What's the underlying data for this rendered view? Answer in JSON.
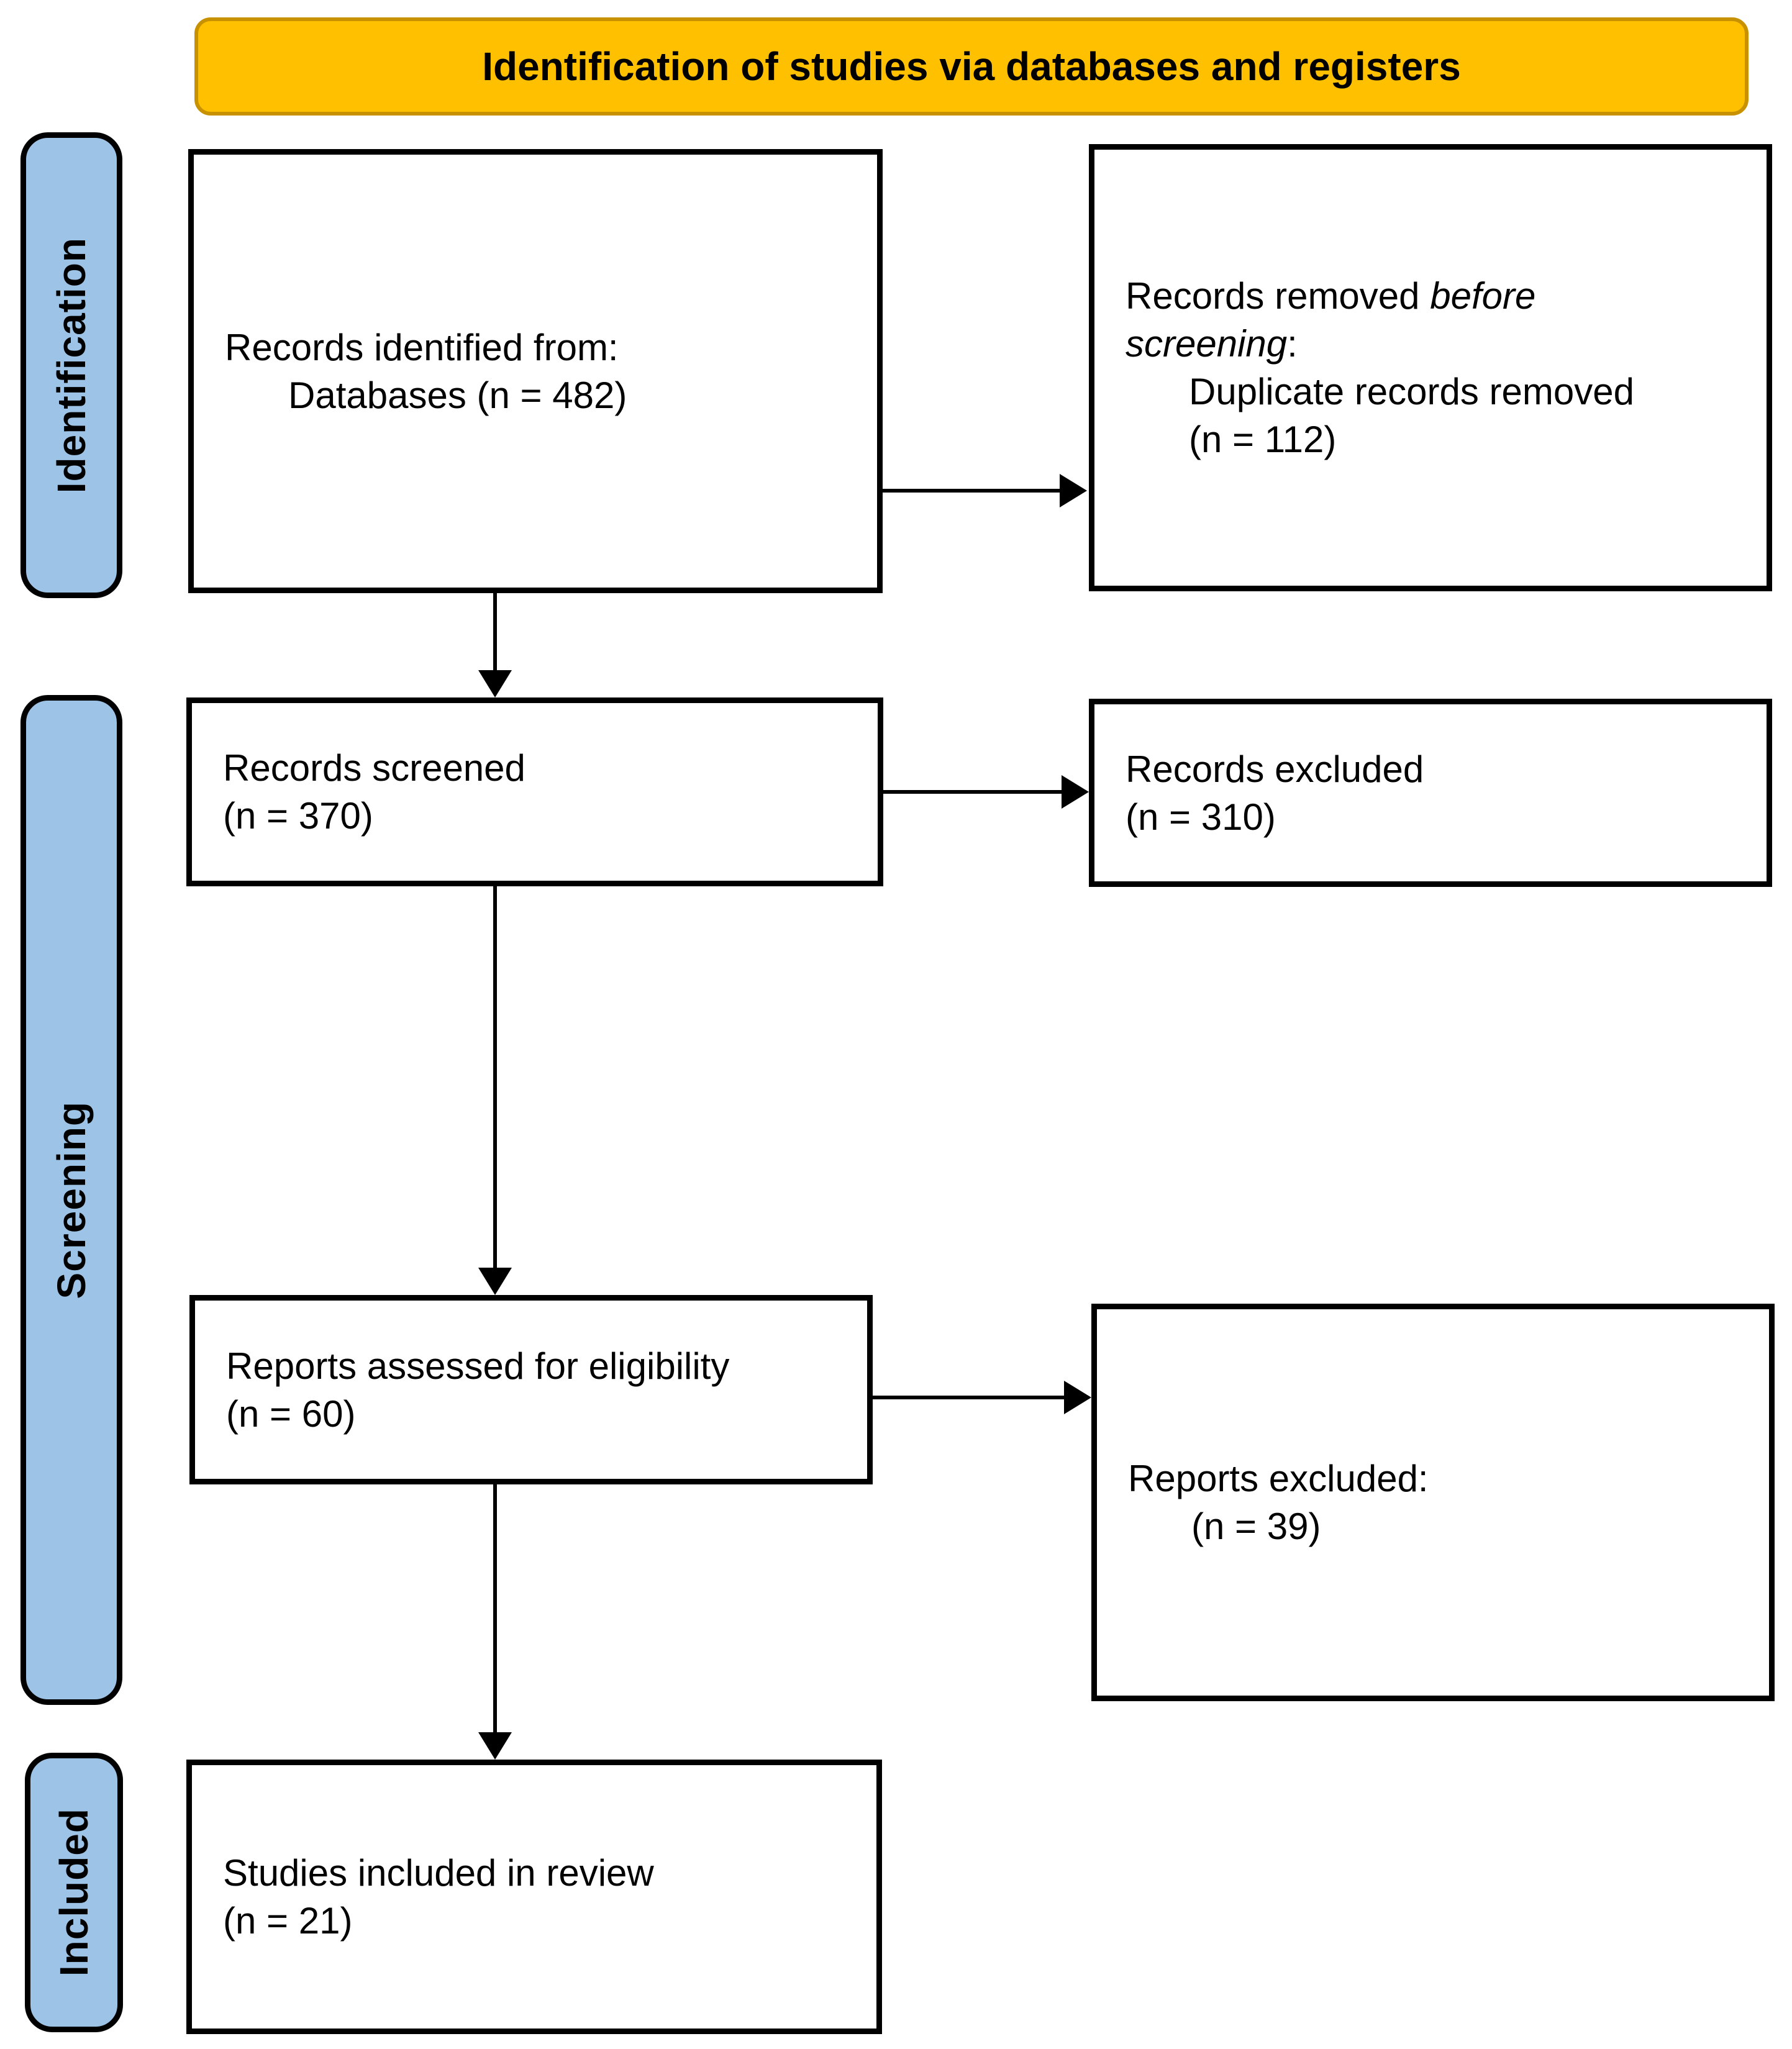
{
  "banner": {
    "title": "Identification of studies via databases and registers"
  },
  "sidebar": {
    "labels": [
      {
        "id": "identification",
        "text": "Identification"
      },
      {
        "id": "screening",
        "text": "Screening"
      },
      {
        "id": "included",
        "text": "Included"
      }
    ]
  },
  "boxes": {
    "records_identified": {
      "line1": "Records identified from:",
      "line2": "Databases (n = 482)"
    },
    "records_removed": {
      "line1_normal": "Records removed ",
      "line1_italic": "before",
      "line2_italic": "screening",
      "line2_colon": ":",
      "line3": "Duplicate records removed",
      "line4": "(n = 112)"
    },
    "records_screened": {
      "line1": "Records screened",
      "line2": "(n = 370)"
    },
    "records_excluded": {
      "line1": "Records excluded",
      "line2": "(n = 310)"
    },
    "reports_assessed": {
      "line1": "Reports assessed for eligibility",
      "line2": "(n = 60)"
    },
    "reports_excluded": {
      "line1": "Reports excluded:",
      "line2": "(n = 39)"
    },
    "studies_included": {
      "line1": "Studies included in review",
      "line2": "(n = 21)"
    }
  },
  "values": {
    "databases_identified": 482,
    "duplicates_removed": 112,
    "records_screened": 370,
    "records_excluded": 310,
    "reports_assessed": 60,
    "reports_excluded": 39,
    "studies_included": 21
  },
  "colors": {
    "banner_fill": "#FFC000",
    "banner_border": "#C79100",
    "stage_fill": "#9DC3E6",
    "box_border": "#000000",
    "arrow": "#000000",
    "text": "#000000"
  }
}
